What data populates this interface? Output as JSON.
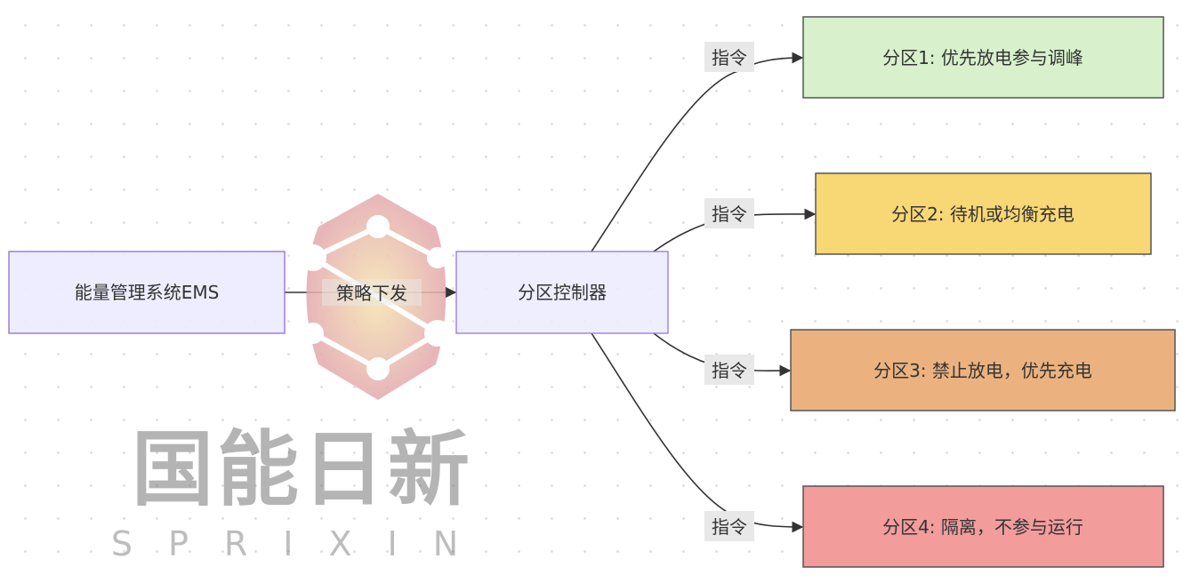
{
  "nodes": {
    "ems": {
      "label": "能量管理系统EMS",
      "fill": "#ECECFF",
      "stroke": "#9370DB"
    },
    "controller": {
      "label": "分区控制器",
      "fill": "#ECECFF",
      "stroke": "#9370DB"
    },
    "zone1": {
      "label": "分区1: 优先放电参与调峰",
      "fill": "#D8F1CC",
      "stroke": "#555555"
    },
    "zone2": {
      "label": "分区2: 待机或均衡充电",
      "fill": "#F8D775",
      "stroke": "#555555"
    },
    "zone3": {
      "label": "分区3: 禁止放电，优先充电",
      "fill": "#EBB27F",
      "stroke": "#555555"
    },
    "zone4": {
      "label": "分区4: 隔离，不参与运行",
      "fill": "#F29C9C",
      "stroke": "#555555"
    }
  },
  "edges": {
    "ems_to_controller": "策略下发",
    "to_zone1": "指令",
    "to_zone2": "指令",
    "to_zone3": "指令",
    "to_zone4": "指令"
  },
  "watermark": {
    "cn": "国能日新",
    "en": "SPRIXIN"
  }
}
